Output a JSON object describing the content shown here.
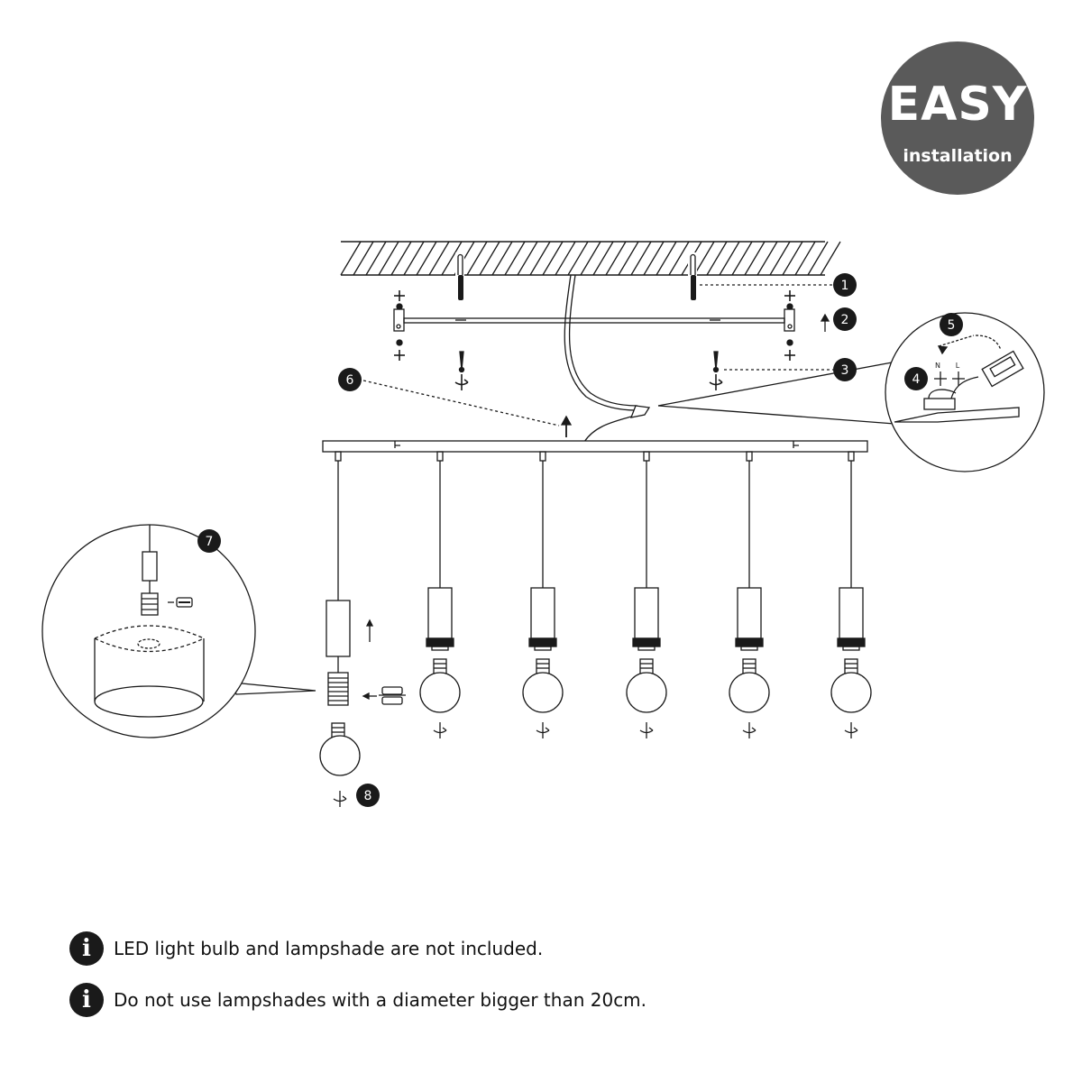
{
  "badge": {
    "title": "EASY",
    "subtitle": "installation"
  },
  "steps": [
    "1",
    "2",
    "3",
    "4",
    "5",
    "6",
    "7",
    "8"
  ],
  "wire_labels": {
    "neutral": "N",
    "live": "L"
  },
  "notes": [
    {
      "icon": "info-icon",
      "text": "LED light bulb and lampshade are not included."
    },
    {
      "icon": "info-icon",
      "text": "Do not use lampshades with a diameter bigger than 20cm."
    }
  ]
}
